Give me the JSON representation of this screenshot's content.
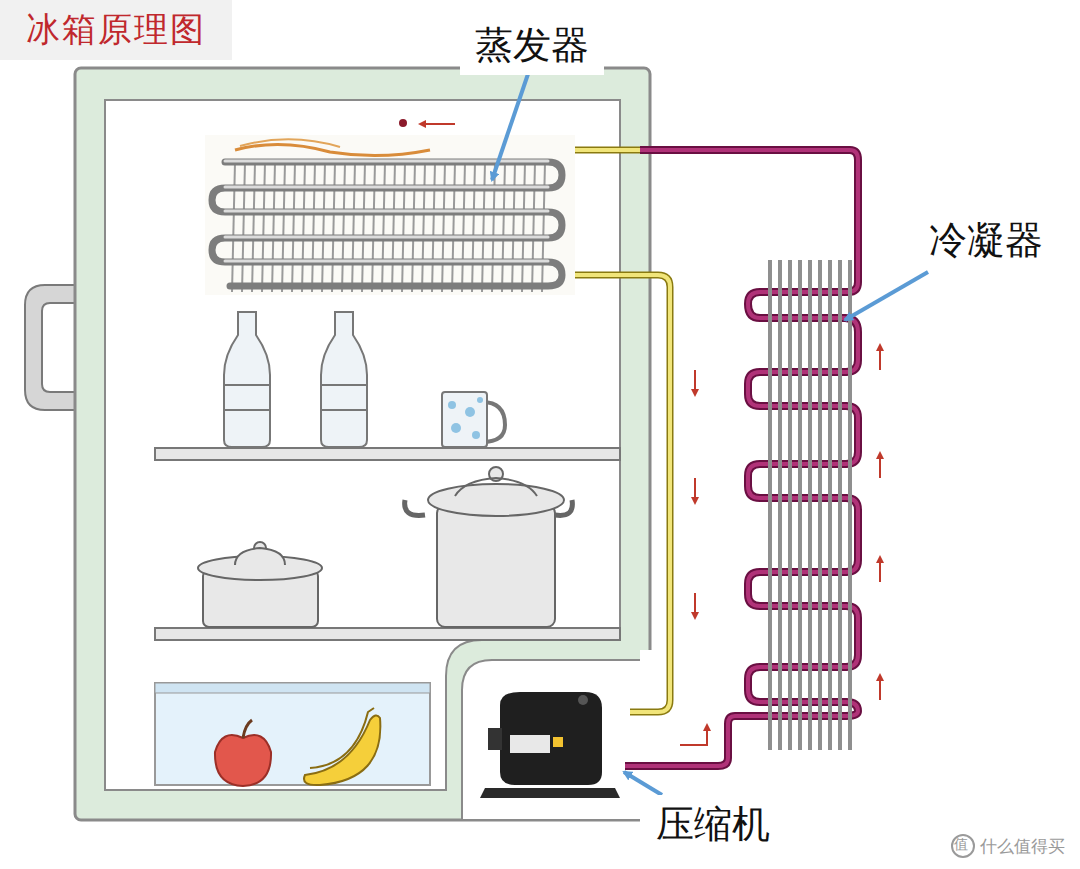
{
  "diagram": {
    "title": "冰箱原理图",
    "nodes": [
      {
        "text": [
          "蒸发器"
        ]
      },
      {
        "text": [
          "冷凝器"
        ]
      },
      {
        "text": [
          "压缩机"
        ]
      }
    ],
    "labels": [
      "值",
      "什么值得买"
    ]
  }
}
